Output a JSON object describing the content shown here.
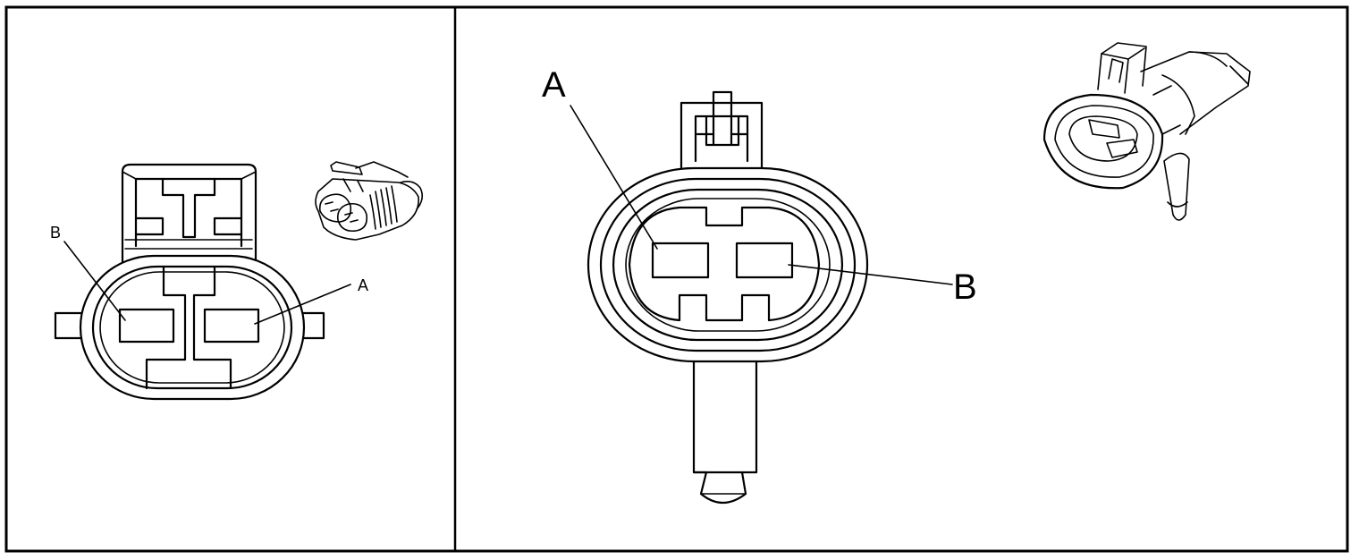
{
  "left_panel": {
    "label_b": "B",
    "label_a": "A"
  },
  "right_panel": {
    "label_a": "A",
    "label_b": "B"
  }
}
